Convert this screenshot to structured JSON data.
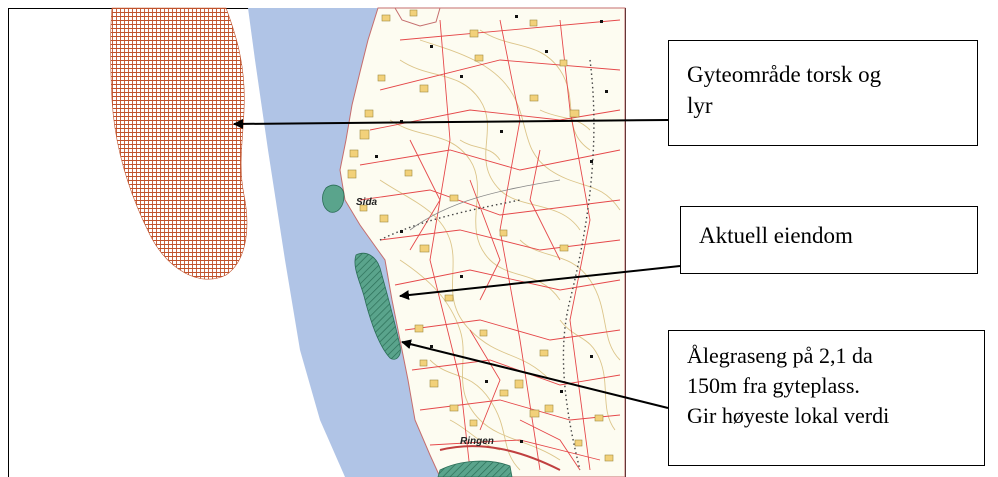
{
  "map": {
    "place_labels": [
      "Sida",
      "Ringen"
    ]
  },
  "callouts": {
    "spawning": [
      "Gyteområde torsk og",
      "lyr"
    ],
    "property": [
      "Aktuell eiendom"
    ],
    "eelgrass": [
      "Ålegraseng på 2,1 da",
      "150m fra gyteplass.",
      "Gir høyeste lokal verdi"
    ]
  },
  "colors": {
    "sea": "#b0c4e6",
    "land": "#fdfcf1",
    "property_lines": "#e5484a",
    "contours": "#dcc58a",
    "buildings": "#f2d17a",
    "spawning_hatch": "#c0522c",
    "eelgrass": "#5aa48c"
  }
}
